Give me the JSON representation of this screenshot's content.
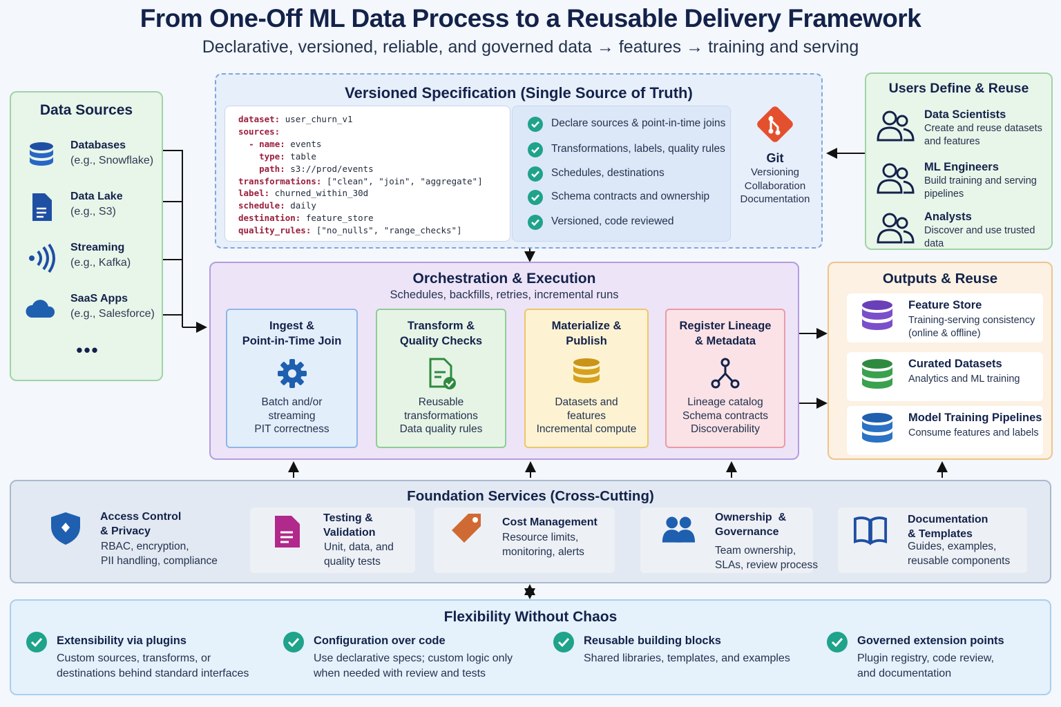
{
  "title": "From One-Off ML Data Process to a Reusable Delivery Framework",
  "subtitle": "Declarative, versioned, reliable, and governed data → features → training and serving",
  "sources": {
    "title": "Data Sources",
    "items": [
      {
        "name": "Databases",
        "desc": "(e.g., Snowflake)",
        "icon": "database-icon"
      },
      {
        "name": "Data Lake",
        "desc": "(e.g., S3)",
        "icon": "document-icon"
      },
      {
        "name": "Streaming",
        "desc": "(e.g., Kafka)",
        "icon": "stream-icon"
      },
      {
        "name": "SaaS Apps",
        "desc": "(e.g., Salesforce)",
        "icon": "cloud-icon"
      }
    ],
    "more": "•••"
  },
  "spec": {
    "title": "Versioned Specification (Single Source of Truth)",
    "code": [
      {
        "key": "dataset:",
        "val": " user_churn_v1",
        "indent": ""
      },
      {
        "key": "sources:",
        "val": "",
        "indent": ""
      },
      {
        "key": "- name:",
        "val": " events",
        "indent": "  "
      },
      {
        "key": "type:",
        "val": " table",
        "indent": "    "
      },
      {
        "key": "path:",
        "val": " s3://prod/events",
        "indent": "    "
      },
      {
        "key": "transformations:",
        "val": " [\"clean\", \"join\", \"aggregate\"]",
        "indent": ""
      },
      {
        "key": "label:",
        "val": " churned_within_30d",
        "indent": ""
      },
      {
        "key": "schedule:",
        "val": " daily",
        "indent": ""
      },
      {
        "key": "destination:",
        "val": " feature_store",
        "indent": ""
      },
      {
        "key": "quality_rules:",
        "val": " [\"no_nulls\", \"range_checks\"]",
        "indent": ""
      }
    ],
    "checks": [
      "Declare sources & point-in-time joins",
      "Transformations, labels, quality rules",
      "Schedules, destinations",
      "Schema contracts and ownership",
      "Versioned, code reviewed"
    ],
    "git": {
      "label": "Git",
      "lines": [
        "Versioning",
        "Collaboration",
        "Documentation"
      ]
    }
  },
  "users": {
    "title": "Users Define & Reuse",
    "items": [
      {
        "name": "Data Scientists",
        "desc": "Create and reuse datasets and features"
      },
      {
        "name": "ML Engineers",
        "desc": "Build training and serving pipelines"
      },
      {
        "name": "Analysts",
        "desc": "Discover and use trusted data"
      }
    ]
  },
  "orchestration": {
    "title": "Orchestration & Execution",
    "subtitle": "Schedules, backfills, retries, incremental runs",
    "stages": [
      {
        "title": [
          "Ingest &",
          "Point-in-Time Join"
        ],
        "desc": [
          "Batch and/or",
          "streaming",
          "PIT correctness"
        ],
        "icon": "gear-icon"
      },
      {
        "title": [
          "Transform &",
          "Quality Checks"
        ],
        "desc": [
          "Reusable",
          "transformations",
          "Data quality rules"
        ],
        "icon": "document-check-icon"
      },
      {
        "title": [
          "Materialize &",
          "Publish"
        ],
        "desc": [
          "Datasets and",
          "features",
          "Incremental compute"
        ],
        "icon": "database-icon"
      },
      {
        "title": [
          "Register Lineage",
          "& Metadata"
        ],
        "desc": [
          "Lineage catalog",
          "Schema contracts",
          "Discoverability"
        ],
        "icon": "lineage-icon"
      }
    ]
  },
  "outputs": {
    "title": "Outputs & Reuse",
    "items": [
      {
        "name": "Feature Store",
        "desc": "Training-serving consistency (online & offline)",
        "color": "#7b4fc9"
      },
      {
        "name": "Curated Datasets",
        "desc": "Analytics and ML training",
        "color": "#3aa14e"
      },
      {
        "name": "Model Training Pipelines",
        "desc": "Consume features and labels",
        "color": "#2b72c4"
      }
    ]
  },
  "foundation": {
    "title": "Foundation Services (Cross-Cutting)",
    "items": [
      {
        "name": [
          "Access Control",
          "& Privacy"
        ],
        "desc": [
          "RBAC, encryption,",
          "PII handling, compliance"
        ],
        "icon": "shield-icon"
      },
      {
        "name": [
          "Testing &",
          "Validation"
        ],
        "desc": [
          "Unit, data, and",
          "quality tests"
        ],
        "icon": "document-icon"
      },
      {
        "name": [
          "Cost Management"
        ],
        "desc": [
          "Resource limits,",
          "monitoring, alerts"
        ],
        "icon": "tag-icon"
      },
      {
        "name": [
          "Ownership  &",
          "Governance"
        ],
        "desc": [
          "Team ownership,",
          "SLAs, review process"
        ],
        "icon": "team-icon"
      },
      {
        "name": [
          "Documentation",
          "& Templates"
        ],
        "desc": [
          "Guides, examples,",
          "reusable components"
        ],
        "icon": "book-icon"
      }
    ]
  },
  "flexibility": {
    "title": "Flexibility Without Chaos",
    "items": [
      {
        "name": "Extensibility via plugins",
        "desc": [
          "Custom sources, transforms, or",
          "destinations behind standard interfaces"
        ]
      },
      {
        "name": "Configuration over code",
        "desc": [
          "Use declarative specs; custom logic only",
          "when needed with review and tests"
        ]
      },
      {
        "name": "Reusable building blocks",
        "desc": [
          "Shared libraries, templates, and examples"
        ]
      },
      {
        "name": "Governed extension points",
        "desc": [
          "Plugin registry, code review,",
          "and documentation"
        ]
      }
    ]
  },
  "colors": {
    "navy": "#13224a",
    "teal": "#1fa38a",
    "git": "#e4502e"
  }
}
